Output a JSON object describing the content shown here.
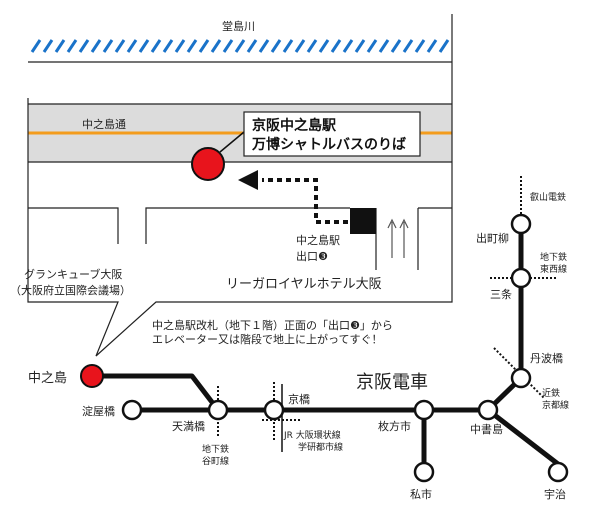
{
  "inset": {
    "river_label": "堂島川",
    "road_label": "中之島通",
    "callout": {
      "line1": "京阪中之島駅",
      "line2": "万博シャトルバスのりば"
    },
    "exit": {
      "line1": "中之島駅",
      "line2": "出口❸"
    },
    "hotel_label": "リーガロイヤルホテル大阪"
  },
  "note": {
    "line1": "中之島駅改札（地下１階）正面の「出口❸」から",
    "line2": "エレベーター又は階段で地上に上がってすぐ！"
  },
  "venue": {
    "line1": "グランキューブ大阪",
    "line2": "（大阪府立国際会議場）"
  },
  "railway_name": "京阪電車",
  "stations": {
    "nakanoshima": "中之島",
    "yodoyabashi": "淀屋橋",
    "temmabashi": "天満橋",
    "kyobashi": "京橋",
    "hirakatashi": "枚方市",
    "kisaichi": "私市",
    "chushojima": "中書島",
    "uji": "宇治",
    "tambabashi": "丹波橋",
    "sanjo": "三条",
    "demachiyanagi": "出町柳"
  },
  "transfers": {
    "temmabashi": [
      "地下鉄",
      "谷町線"
    ],
    "kyobashi": [
      "JR 大阪環状線",
      "学研都市線"
    ],
    "tambabashi": [
      "近鉄",
      "京都線"
    ],
    "sanjo": [
      "地下鉄",
      "東西線"
    ],
    "demachiyanagi": [
      "叡山電鉄"
    ]
  },
  "colors": {
    "accent_red": "#e8141c",
    "road_gray": "#dcdcdc",
    "road_orange": "#f39c1d",
    "river_blue": "#1a73c9",
    "line_black": "#111111"
  }
}
